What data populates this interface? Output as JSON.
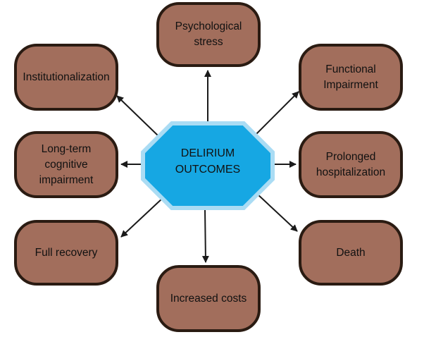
{
  "center": {
    "label": "DELIRIUM\nOUTCOMES",
    "fill_color": "#16a7e3",
    "border_color": "#aadcf4"
  },
  "outcomes": {
    "psychological_stress": "Psychological\nstress",
    "institutionalization": "Institutionalization",
    "functional_impairment": "Functional\nImpairment",
    "long_term_cognitive_impairment": "Long-term\ncognitive\nimpairment",
    "prolonged_hospitalization": "Prolonged\nhospitalization",
    "full_recovery": "Full recovery",
    "death": "Death",
    "increased_costs": "Increased costs"
  },
  "colors": {
    "box_fill": "#a26e5c",
    "box_border": "#2a1b12",
    "arrow": "#1a1a1a"
  }
}
